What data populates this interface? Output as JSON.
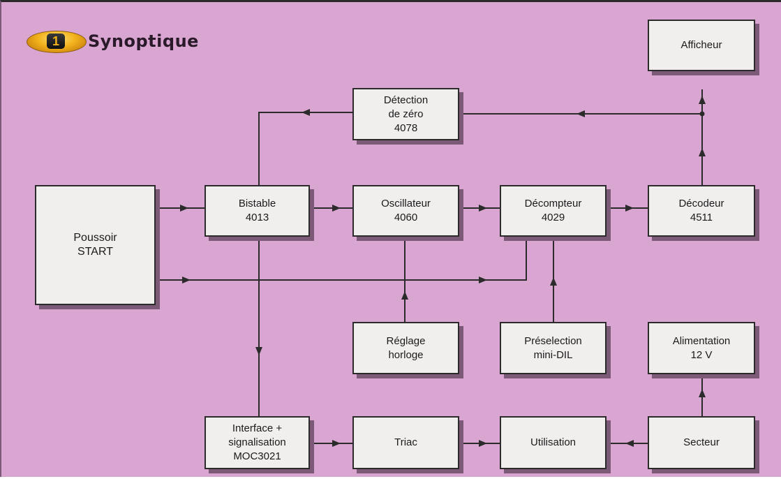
{
  "header": {
    "badge_number": "1",
    "title": "Synoptique"
  },
  "blocks": {
    "afficheur": {
      "line1": "Afficheur"
    },
    "detection": {
      "line1": "Détection",
      "line2": "de zéro",
      "line3": "4078"
    },
    "poussoir": {
      "line1": "Poussoir",
      "line2": "START"
    },
    "bistable": {
      "line1": "Bistable",
      "line2": "4013"
    },
    "oscillateur": {
      "line1": "Oscillateur",
      "line2": "4060"
    },
    "decompteur": {
      "line1": "Décompteur",
      "line2": "4029"
    },
    "decodeur": {
      "line1": "Décodeur",
      "line2": "4511"
    },
    "reglage": {
      "line1": "Réglage",
      "line2": "horloge"
    },
    "preselection": {
      "line1": "Préselection",
      "line2": "mini-DIL"
    },
    "alimentation": {
      "line1": "Alimentation",
      "line2": "12 V"
    },
    "interface": {
      "line1": "Interface +",
      "line2": "signalisation",
      "line3": "MOC3021"
    },
    "triac": {
      "line1": "Triac"
    },
    "utilisation": {
      "line1": "Utilisation"
    },
    "secteur": {
      "line1": "Secteur"
    }
  },
  "colors": {
    "background": "#d9a6d2",
    "block": "#f1efee",
    "shadow": "#7b5977",
    "line": "#2b2b2b",
    "badge": "#f2b21c"
  }
}
